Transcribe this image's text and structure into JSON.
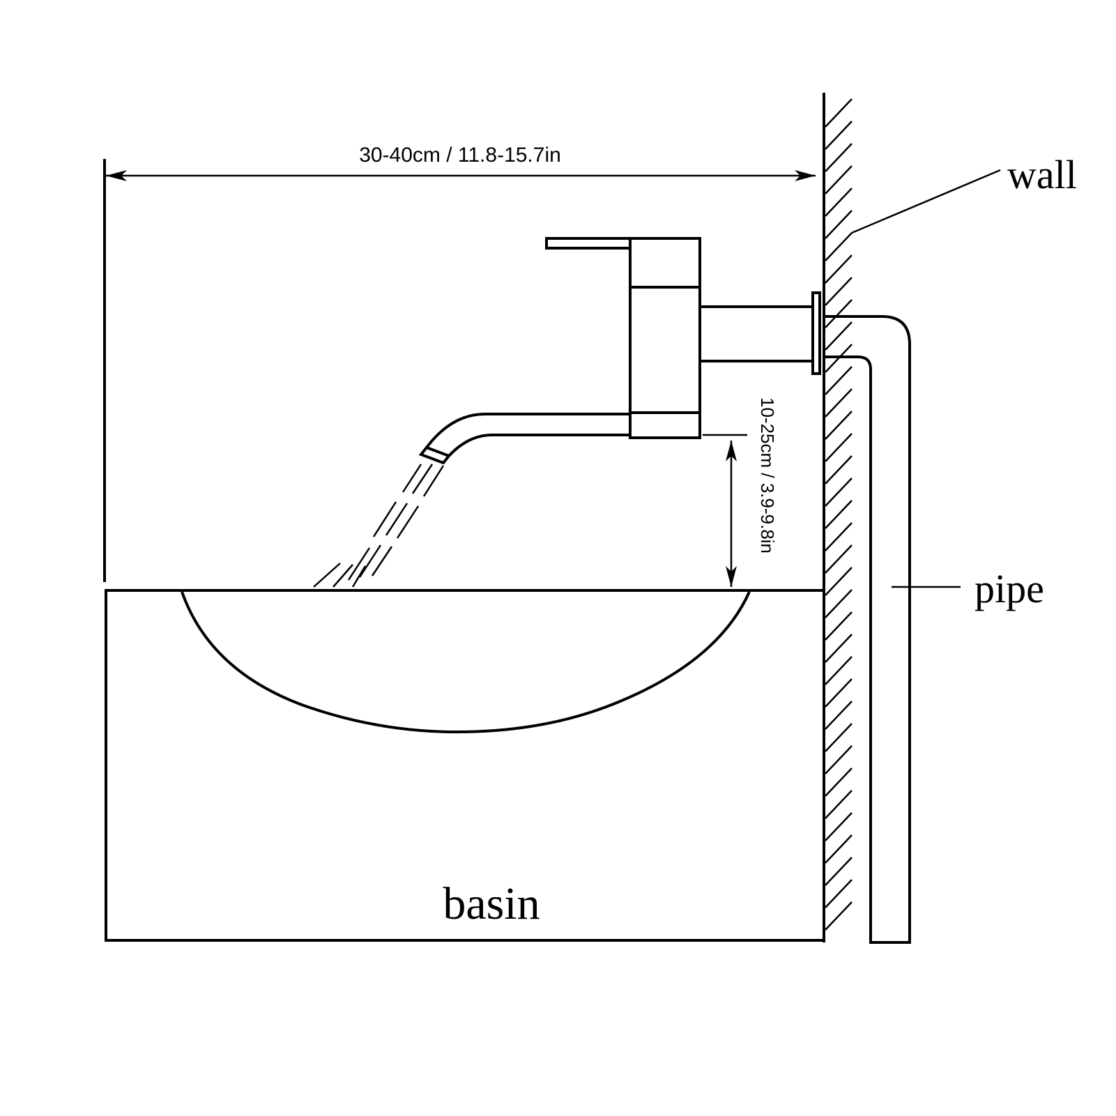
{
  "labels": {
    "width_dimension": "30-40cm / 11.8-15.7in",
    "height_dimension": "10-25cm / 3.9-9.8in",
    "wall": "wall",
    "pipe": "pipe",
    "basin": "basin"
  },
  "colors": {
    "line": "#000000",
    "background": "#ffffff"
  }
}
